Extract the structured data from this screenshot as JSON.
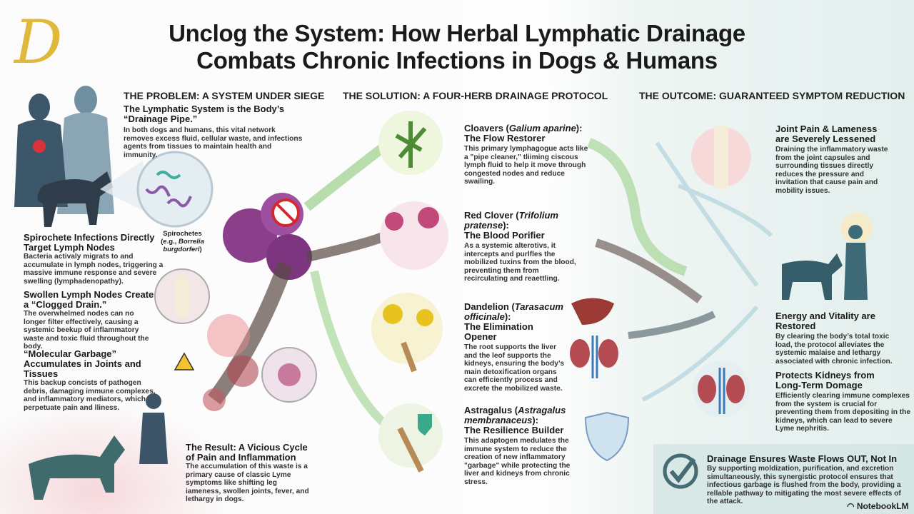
{
  "title": {
    "line1": "Unclog the System: How Herbal Lymphatic Drainage",
    "line2": "Combats Chronic Infections in Dogs & Humans"
  },
  "logo": {
    "letter": "D",
    "color": "#e0b93a"
  },
  "problem": {
    "header": "THE PROBLEM: A SYSTEM UNDER SIEGE",
    "intro": {
      "title": "The Lymphatic System is the Body’s “Drainage Pipe.”",
      "body": "In both dogs and humans, this vital network removes excess fluid, cellular waste, and infections agents from tissues to maintain health and immunity."
    },
    "spirochetes_label": "Spirochetes (e.g., ",
    "spirochetes_species": "Borrelia burgdorferi",
    "items": [
      {
        "title": "Spirochete Infections Directly Target Lymph Nodes",
        "body": "Bacteria activaly migrats to and accumulate in lymph nodes, triggering a massive immune response and severe swelling (lymphadenopathy)."
      },
      {
        "title": "Swollen Lymph Nodes Create a “Clogged Drain.”",
        "body": "The overwhelmed nodes can no longer filter effectively, causing a systemic beekup of inflammatory waste and toxic fluid throughout the body."
      },
      {
        "title": "“Molecular Garbage” Accumulates in Joints and Tissues",
        "body": "This backup concists of pathogen debris, damaging immune complexes, and inflammatory mediators, which perpetuate pain and lliness."
      }
    ],
    "result": {
      "title": "The Result: A Vicious Cycle of Pain and Inflammation",
      "body": "The accumulation of this waste is a primary cause of classic Lyme symptoms like shifting leg iameness, swollen joints, fever, and lethargy in dogs."
    }
  },
  "solution": {
    "header": "THE SOLUTION: A FOUR-HERB DRAINAGE PROTOCOL",
    "herbs": [
      {
        "name": "Cloavers (",
        "latin": "Galium aparine",
        "after": "):",
        "role": "The Flow Restorer",
        "body": "This primary lymphagogue acts like a \"pipe cleaner,\" tliiming ciscous lymph fluid to help it move through congested nodes and reduce swailing.",
        "color": "#5c9a3a"
      },
      {
        "name": "Red Clover (",
        "latin": "Trifolium pratense",
        "after": "):",
        "role": "The Blood Porifier",
        "body": "As a systemic alterotivs, it intercepts and purlfles the mobilized tuxins from the blood, preventing them from recirculating and reaettling.",
        "color": "#c24a7a"
      },
      {
        "name": "Dandelion (",
        "latin": "Tarasacum officinale",
        "after": "):",
        "role": "The Elimination Opener",
        "body": "The root supports the liver and the leof supports the kidneys, ensuring the body’s main detoxification organs can efficiently process and excrete the mobilized waste.",
        "color": "#e8c21e"
      },
      {
        "name": "Astragalus (",
        "latin": "Astragalus membranaceus",
        "after": "):",
        "role": "The Resilience Builder",
        "body": "This adaptogen medulates the immune system to reduce the creation of new inflammatory \"garbage\" while protecting the liver and kidneys from chronic stress.",
        "color": "#3aa88a"
      }
    ]
  },
  "outcome": {
    "header": "THE OUTCOME: GUARANTEED SYMPTOM REDUCTION",
    "items": [
      {
        "title": "Joint Pain & Lameness are Severely Lessened",
        "body": "Draining the inflammatory waste from the joint capsules and surrounding tissues directly reduces the pressure and invitation that cause pain and mobility issues."
      },
      {
        "title": "Energy and Vitality are Restored",
        "body": "By clearing the body’s total toxic load, the protocol alleviates the systemic malaise and lethargy associated with chronic infection."
      },
      {
        "title": "Protects Kidneys from Long-Term Domage",
        "body": "Efficiently clearing immune complexes from the system is crucial for preventing them from depositing in the kidneys, which can lead to severe Lyme nephritis."
      }
    ],
    "summary": {
      "title": "Drainage Ensures Waste Flows OUT, Not In",
      "body": "By supporting moldization, purification, and excretion simultaneously, this synergistic protocol ensures that infectious garbage is flushed from the body, providing a rellable pathway to mitigating the most severe effects of the attack."
    }
  },
  "footer": {
    "brand": "NotebookLM"
  }
}
